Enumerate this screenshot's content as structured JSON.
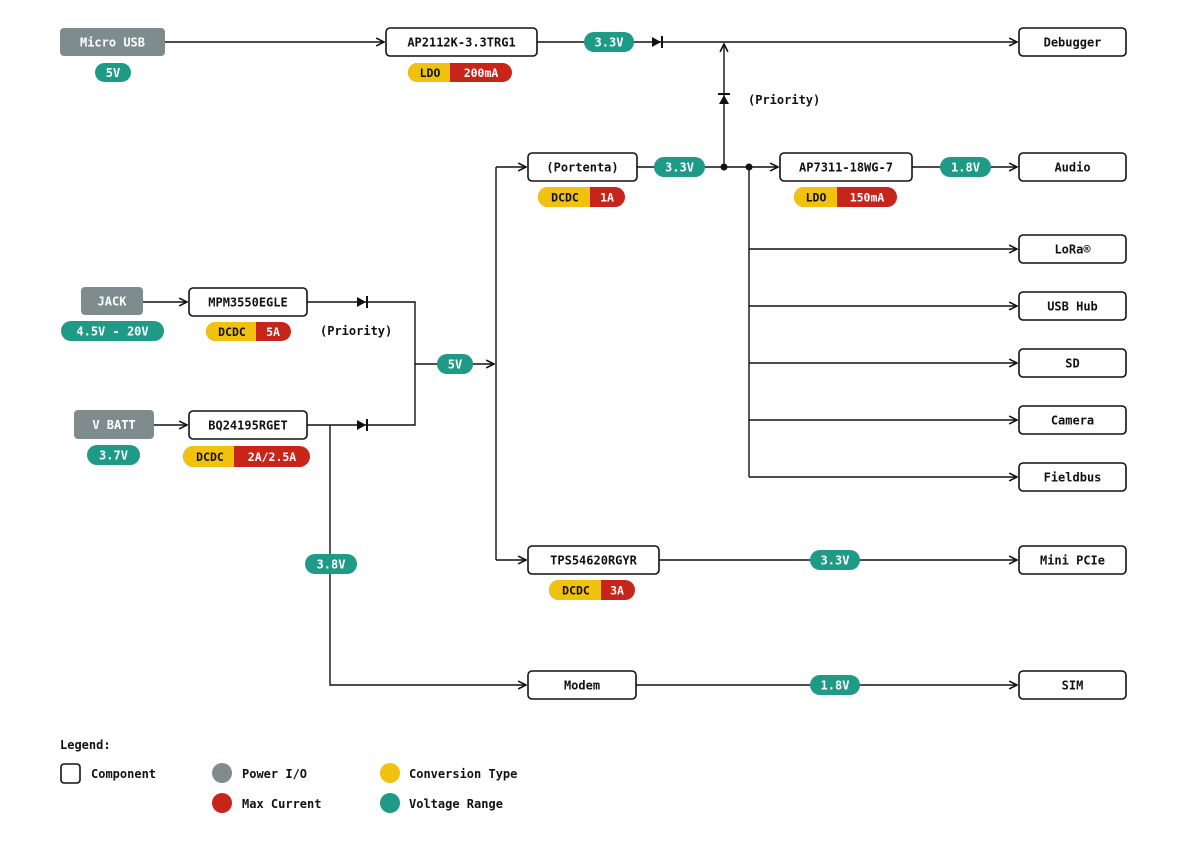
{
  "colors": {
    "component_stroke": "#111111",
    "wire": "#111111",
    "power_io": "#7f8c8d",
    "conversion_type": "#f0c20e",
    "max_current": "#c8251a",
    "voltage_range": "#1e9a87",
    "text_dark": "#111111",
    "text_light": "#ffffff"
  },
  "power_inputs": {
    "micro_usb": {
      "label": "Micro USB",
      "voltage": "5V"
    },
    "jack": {
      "label": "JACK",
      "voltage": "4.5V - 20V"
    },
    "vbatt": {
      "label": "V BATT",
      "voltage": "3.7V"
    }
  },
  "components": {
    "ap2112k": {
      "label": "AP2112K-3.3TRG1",
      "type": "LDO",
      "current": "200mA"
    },
    "mpm3550": {
      "label": "MPM3550EGLE",
      "type": "DCDC",
      "current": "5A"
    },
    "bq24195": {
      "label": "BQ24195RGET",
      "type": "DCDC",
      "current": "2A/2.5A"
    },
    "portenta": {
      "label": "(Portenta)",
      "type": "DCDC",
      "current": "1A"
    },
    "ap7311": {
      "label": "AP7311-18WG-7",
      "type": "LDO",
      "current": "150mA"
    },
    "tps54620": {
      "label": "TPS54620RGYR",
      "type": "DCDC",
      "current": "3A"
    },
    "modem": {
      "label": "Modem"
    }
  },
  "outputs": {
    "debugger": "Debugger",
    "audio": "Audio",
    "lora": "LoRa®",
    "usbhub": "USB Hub",
    "sd": "SD",
    "camera": "Camera",
    "fieldbus": "Fieldbus",
    "minipcie": "Mini PCIe",
    "sim": "SIM"
  },
  "rail_voltages": {
    "usb_ldo_out": "3.3V",
    "bus_5v": "5V",
    "portenta_out": "3.3V",
    "audio_ldo_out": "1.8V",
    "pcie_out": "3.3V",
    "batt_rail": "3.8V",
    "modem_out": "1.8V"
  },
  "annotations": {
    "priority_top": "(Priority)",
    "priority_left": "(Priority)"
  },
  "legend": {
    "title": "Legend:",
    "component": "Component",
    "power_io": "Power I/O",
    "conversion_type": "Conversion Type",
    "max_current": "Max Current",
    "voltage_range": "Voltage Range"
  }
}
